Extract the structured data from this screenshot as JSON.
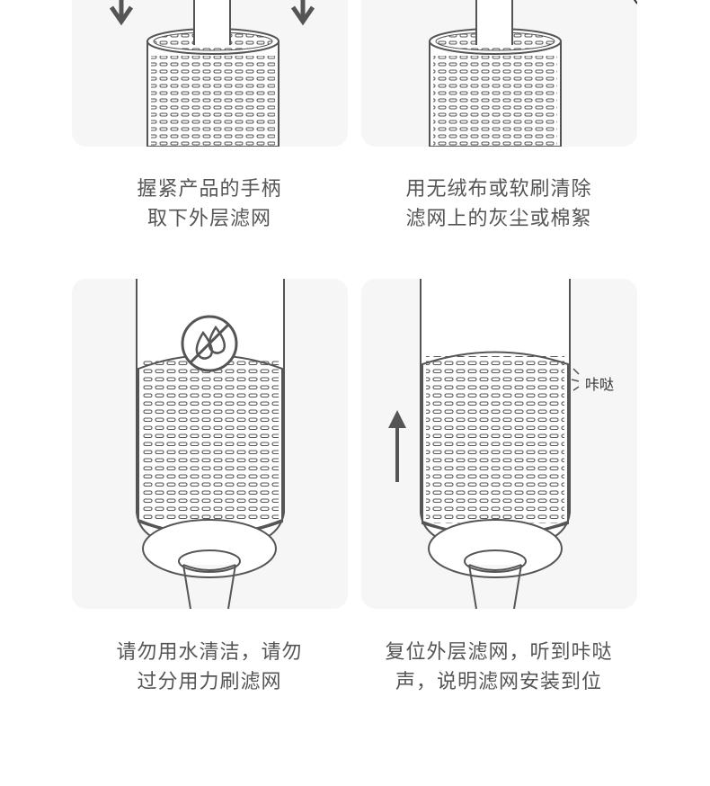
{
  "steps": [
    {
      "line1": "握紧产品的手柄",
      "line2": "取下外层滤网"
    },
    {
      "line1": "用无绒布或软刷清除",
      "line2": "滤网上的灰尘或棉絮"
    },
    {
      "line1": "请勿用水清洁，请勿",
      "line2": "过分用力刷滤网"
    },
    {
      "line1": "复位外层滤网，听到咔哒",
      "line2": "声，说明滤网安装到位"
    }
  ],
  "click_sound_label": "咔哒",
  "icons": {
    "step1": "down-arrow-icon",
    "step3": "no-water-icon",
    "step4": "up-arrow-icon"
  },
  "colors": {
    "card_bg": "#f6f6f6",
    "line": "#555555",
    "text": "#555555"
  }
}
